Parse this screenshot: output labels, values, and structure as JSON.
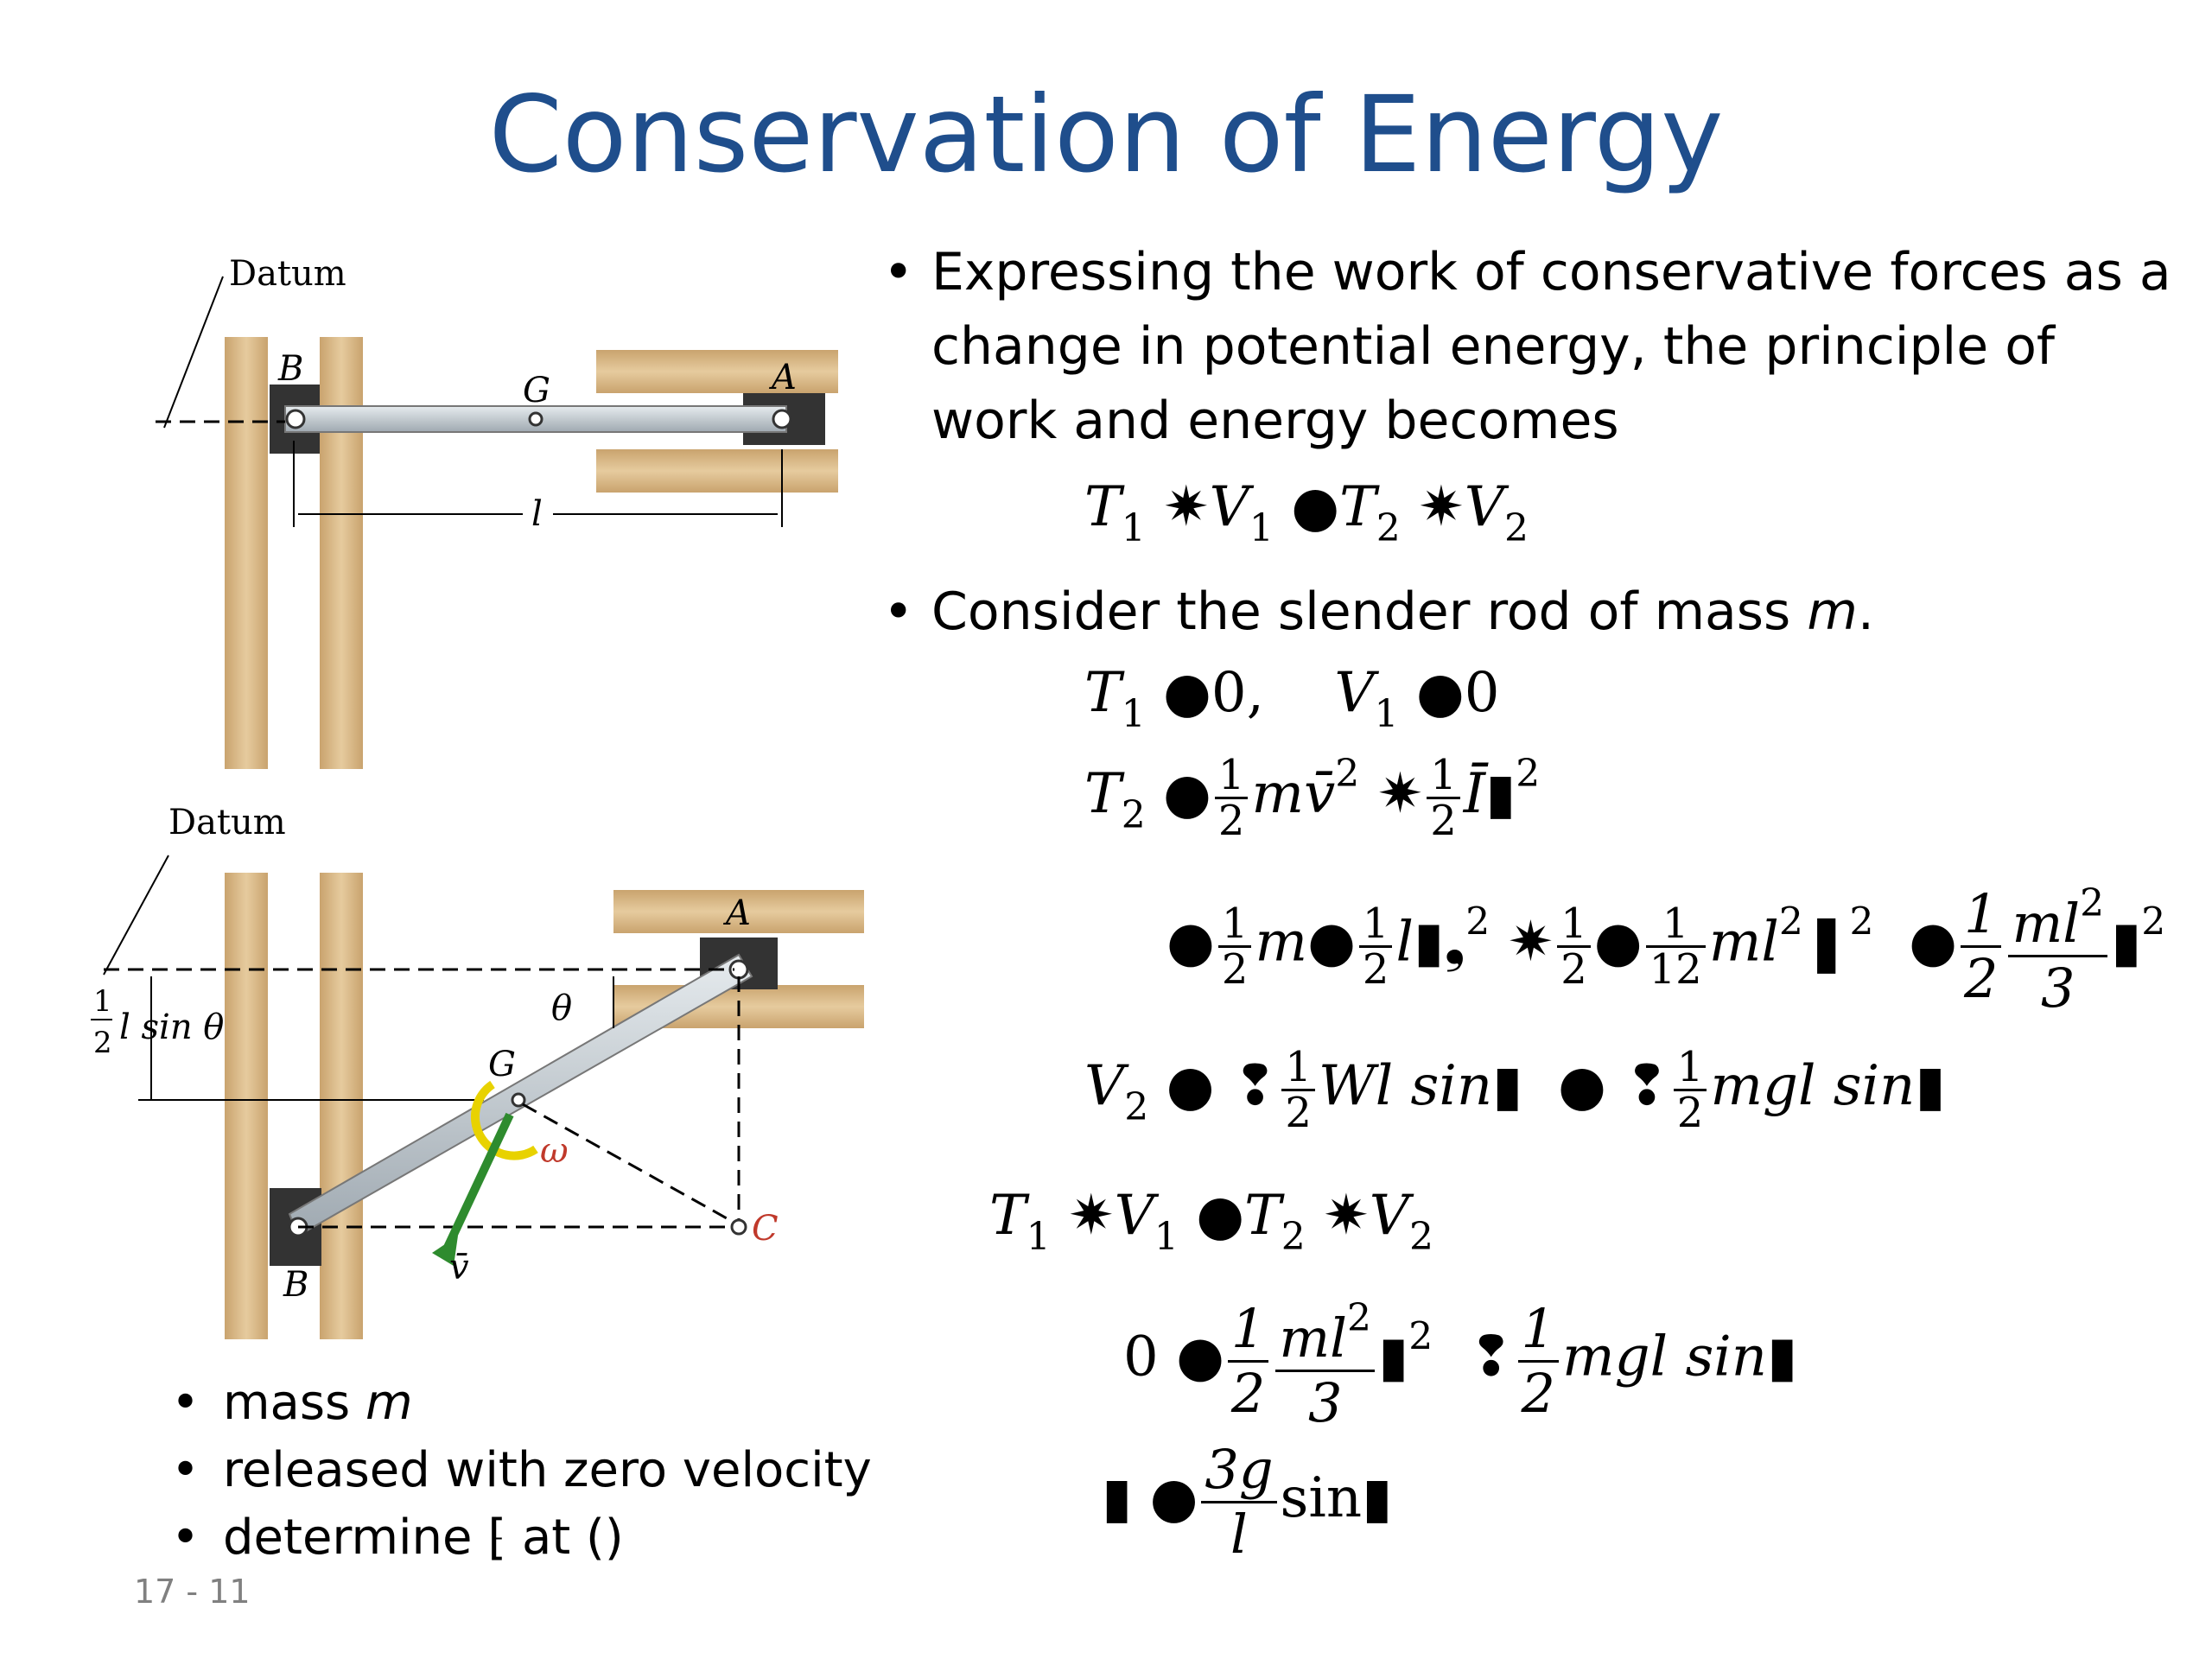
{
  "slide": {
    "title": "Conservation of Energy",
    "page_number": "17 - 11"
  },
  "figure": {
    "top_datum_label": "Datum",
    "bottom_datum_label": "Datum",
    "label_B": "B",
    "label_G": "G",
    "label_A": "A",
    "label_l": "l",
    "label_C": "C",
    "label_theta": "θ",
    "label_omega": "ω",
    "label_vbar": "v̄",
    "half_num": "1",
    "half_den": "2",
    "half_l_sin": "l sin θ"
  },
  "bullets_right": [
    {
      "text": "Expressing the work of conservative forces as a change in potential energy, the principle of work and energy becomes"
    },
    {
      "text_prefix": "Consider the slender rod of mass ",
      "text_var": "m",
      "text_suffix": "."
    }
  ],
  "bullets_left": [
    {
      "prefix": "mass ",
      "var": "m"
    },
    {
      "prefix": "released with zero velocity",
      "var": ""
    },
    {
      "prefix": "determine ",
      "glyph": "⁅",
      "mid": " at ",
      "glyph2": "()"
    }
  ],
  "equations": {
    "eq1": {
      "T": "T",
      "s1": "1",
      "V": "V",
      "s2": "2"
    },
    "eq2": {
      "zero": "0"
    },
    "eq3": {
      "m": "m",
      "vbar": "v̄",
      "I": "Ī",
      "two": "2"
    },
    "eq4": {
      "m": "m",
      "l": "l",
      "twelve": "12",
      "ml": "ml",
      "three": "3"
    },
    "eq5": {
      "V": "V",
      "Wl_sin": "Wl sin",
      "mgl_sin": "mgl sin"
    },
    "eq7": {
      "three_g": "3g",
      "sin": "sin",
      "l": "l"
    }
  },
  "colors": {
    "title": "#1f4e8c",
    "wood": "#d9b98a",
    "rod": "#c4ccd2",
    "arrow_green": "#2e8b2e",
    "arrow_yellow": "#e8d200"
  }
}
